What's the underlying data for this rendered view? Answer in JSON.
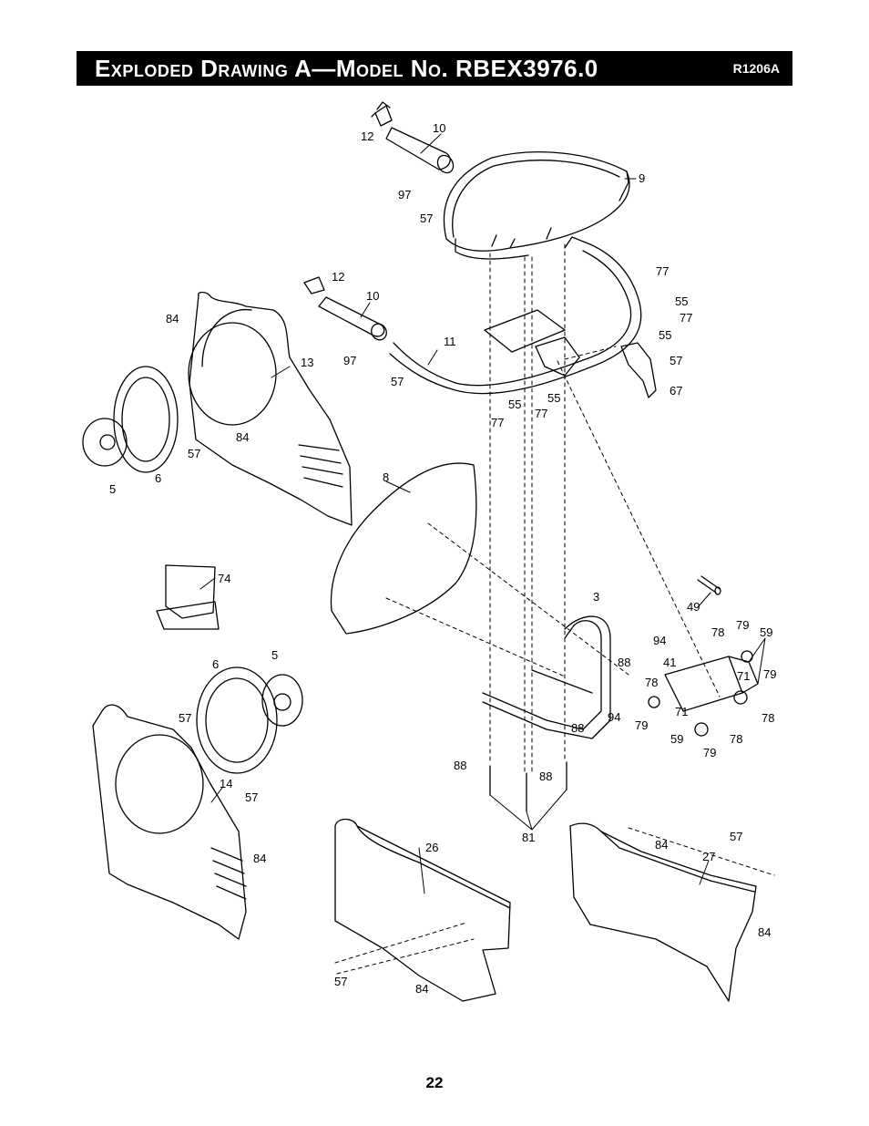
{
  "header": {
    "title": "Exploded Drawing A—Model No. RBEX3976.0",
    "code": "R1206A"
  },
  "page_number": "22",
  "parts": [
    {
      "id": "p12a",
      "label": "12"
    },
    {
      "id": "p10a",
      "label": "10"
    },
    {
      "id": "p9",
      "label": "9"
    },
    {
      "id": "p97a",
      "label": "97"
    },
    {
      "id": "p57a",
      "label": "57"
    },
    {
      "id": "p12b",
      "label": "12"
    },
    {
      "id": "p10b",
      "label": "10"
    },
    {
      "id": "p77a",
      "label": "77"
    },
    {
      "id": "p55a",
      "label": "55"
    },
    {
      "id": "p84a",
      "label": "84"
    },
    {
      "id": "p77b",
      "label": "77"
    },
    {
      "id": "p55b",
      "label": "55"
    },
    {
      "id": "p13",
      "label": "13"
    },
    {
      "id": "p11",
      "label": "11"
    },
    {
      "id": "p97b",
      "label": "97"
    },
    {
      "id": "p57b",
      "label": "57"
    },
    {
      "id": "p57c",
      "label": "57"
    },
    {
      "id": "p55c",
      "label": "55"
    },
    {
      "id": "p55d",
      "label": "55"
    },
    {
      "id": "p67",
      "label": "67"
    },
    {
      "id": "p77c",
      "label": "77"
    },
    {
      "id": "p77d",
      "label": "77"
    },
    {
      "id": "p84b",
      "label": "84"
    },
    {
      "id": "p5a",
      "label": "5"
    },
    {
      "id": "p6a",
      "label": "6"
    },
    {
      "id": "p57d",
      "label": "57"
    },
    {
      "id": "p8",
      "label": "8"
    },
    {
      "id": "p74",
      "label": "74"
    },
    {
      "id": "p49",
      "label": "49"
    },
    {
      "id": "p3",
      "label": "3"
    },
    {
      "id": "p78a",
      "label": "78"
    },
    {
      "id": "p79a",
      "label": "79"
    },
    {
      "id": "p59a",
      "label": "59"
    },
    {
      "id": "p94a",
      "label": "94"
    },
    {
      "id": "p88a",
      "label": "88"
    },
    {
      "id": "p41",
      "label": "41"
    },
    {
      "id": "p71a",
      "label": "71"
    },
    {
      "id": "p79b",
      "label": "79"
    },
    {
      "id": "p6b",
      "label": "6"
    },
    {
      "id": "p5b",
      "label": "5"
    },
    {
      "id": "p78b",
      "label": "78"
    },
    {
      "id": "p71b",
      "label": "71"
    },
    {
      "id": "p78c",
      "label": "78"
    },
    {
      "id": "p88b",
      "label": "88"
    },
    {
      "id": "p94b",
      "label": "94"
    },
    {
      "id": "p79c",
      "label": "79"
    },
    {
      "id": "p59b",
      "label": "59"
    },
    {
      "id": "p78d",
      "label": "78"
    },
    {
      "id": "p79d",
      "label": "79"
    },
    {
      "id": "p57e",
      "label": "57"
    },
    {
      "id": "p88c",
      "label": "88"
    },
    {
      "id": "p88d",
      "label": "88"
    },
    {
      "id": "p14",
      "label": "14"
    },
    {
      "id": "p57f",
      "label": "57"
    },
    {
      "id": "p81",
      "label": "81"
    },
    {
      "id": "p84c",
      "label": "84"
    },
    {
      "id": "p26",
      "label": "26"
    },
    {
      "id": "p84d",
      "label": "84"
    },
    {
      "id": "p57g",
      "label": "57"
    },
    {
      "id": "p27",
      "label": "27"
    },
    {
      "id": "p84e",
      "label": "84"
    },
    {
      "id": "p57h",
      "label": "57"
    },
    {
      "id": "p84f",
      "label": "84"
    }
  ]
}
